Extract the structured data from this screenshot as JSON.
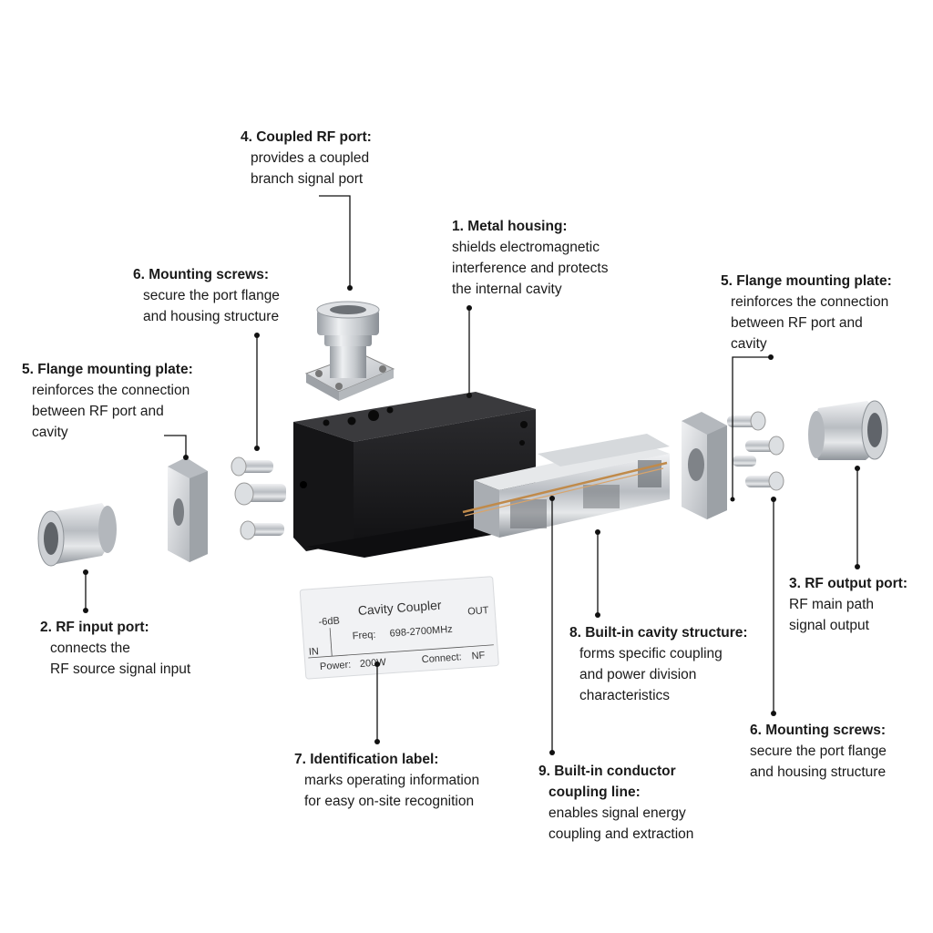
{
  "callouts": {
    "coupled_port": {
      "title": "4. Coupled RF port:",
      "lines": [
        "provides a coupled",
        "branch signal port"
      ]
    },
    "metal_housing": {
      "title": "1. Metal housing:",
      "lines": [
        "shields electromagnetic",
        "interference and protects",
        "the internal cavity"
      ]
    },
    "mounting_screws_left": {
      "title": "6. Mounting screws:",
      "lines": [
        "secure the port flange",
        "and housing structure"
      ]
    },
    "flange_plate_left": {
      "title": "5. Flange mounting plate:",
      "lines": [
        "reinforces the connection",
        "between RF port and",
        "cavity"
      ]
    },
    "flange_plate_right": {
      "title": "5. Flange mounting plate:",
      "lines": [
        "reinforces the connection",
        "between RF port and",
        "cavity"
      ]
    },
    "rf_input_port": {
      "title": "2. RF input port:",
      "lines": [
        "connects the",
        "RF source signal input"
      ]
    },
    "rf_output_port": {
      "title": "3. RF output port:",
      "lines": [
        "RF main path",
        "signal output"
      ]
    },
    "cavity_structure": {
      "title": "8. Built-in cavity structure:",
      "lines": [
        "forms specific coupling",
        "and power division",
        "characteristics"
      ]
    },
    "mounting_screws_right": {
      "title": "6. Mounting screws:",
      "lines": [
        "secure the port flange",
        "and housing structure"
      ]
    },
    "identification_label": {
      "title": "7. Identification label:",
      "lines": [
        "marks operating information",
        "for easy on-site recognition"
      ]
    },
    "coupling_line": {
      "title_lines": [
        "9. Built-in conductor",
        "coupling line:"
      ],
      "lines": [
        "enables signal energy",
        "coupling and extraction"
      ]
    }
  },
  "product_label": {
    "name": "Cavity Coupler",
    "coupling": "-6dB",
    "in": "IN",
    "out": "OUT",
    "freq_label": "Freq:",
    "freq_value": "698-2700MHz",
    "power_label": "Power:",
    "power_value": "200W",
    "connect_label": "Connect:",
    "connect_value": "NF"
  },
  "colors": {
    "background": "#ffffff",
    "text": "#1a1a1a",
    "leader_line": "#111111",
    "housing": "#1c1c1e",
    "metal": "#c9ccd0",
    "copper_line": "#c08a4a"
  }
}
